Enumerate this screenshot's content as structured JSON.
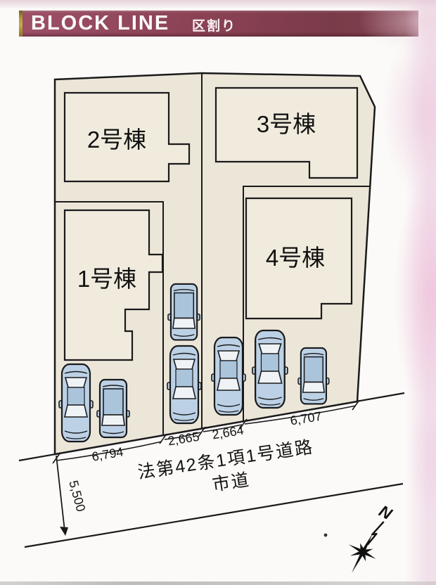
{
  "header": {
    "brand": "BLOCK LINE",
    "subtitle": "区割り"
  },
  "plan": {
    "buildings": [
      {
        "label": "1号棟"
      },
      {
        "label": "2号棟"
      },
      {
        "label": "3号棟"
      },
      {
        "label": "4号棟"
      }
    ],
    "dimensions": {
      "lot1_frontage": "6,794",
      "lot2_corridor": "2,665",
      "lot3_corridor": "2,664",
      "lot4_frontage": "6,707",
      "road_width": "5,500"
    },
    "road": {
      "name": "法第42条1項1号道路",
      "type": "市道"
    },
    "compass": {
      "north": "N"
    }
  },
  "colors": {
    "header_maroon": "#8b4255",
    "header_gold": "#b59a3e",
    "site_fill": "#ebe6d8",
    "building_fill": "#f0ebdd",
    "car_body": "#bcd1e5",
    "car_glass": "#aac4dc",
    "outline": "#1a1a1c"
  }
}
